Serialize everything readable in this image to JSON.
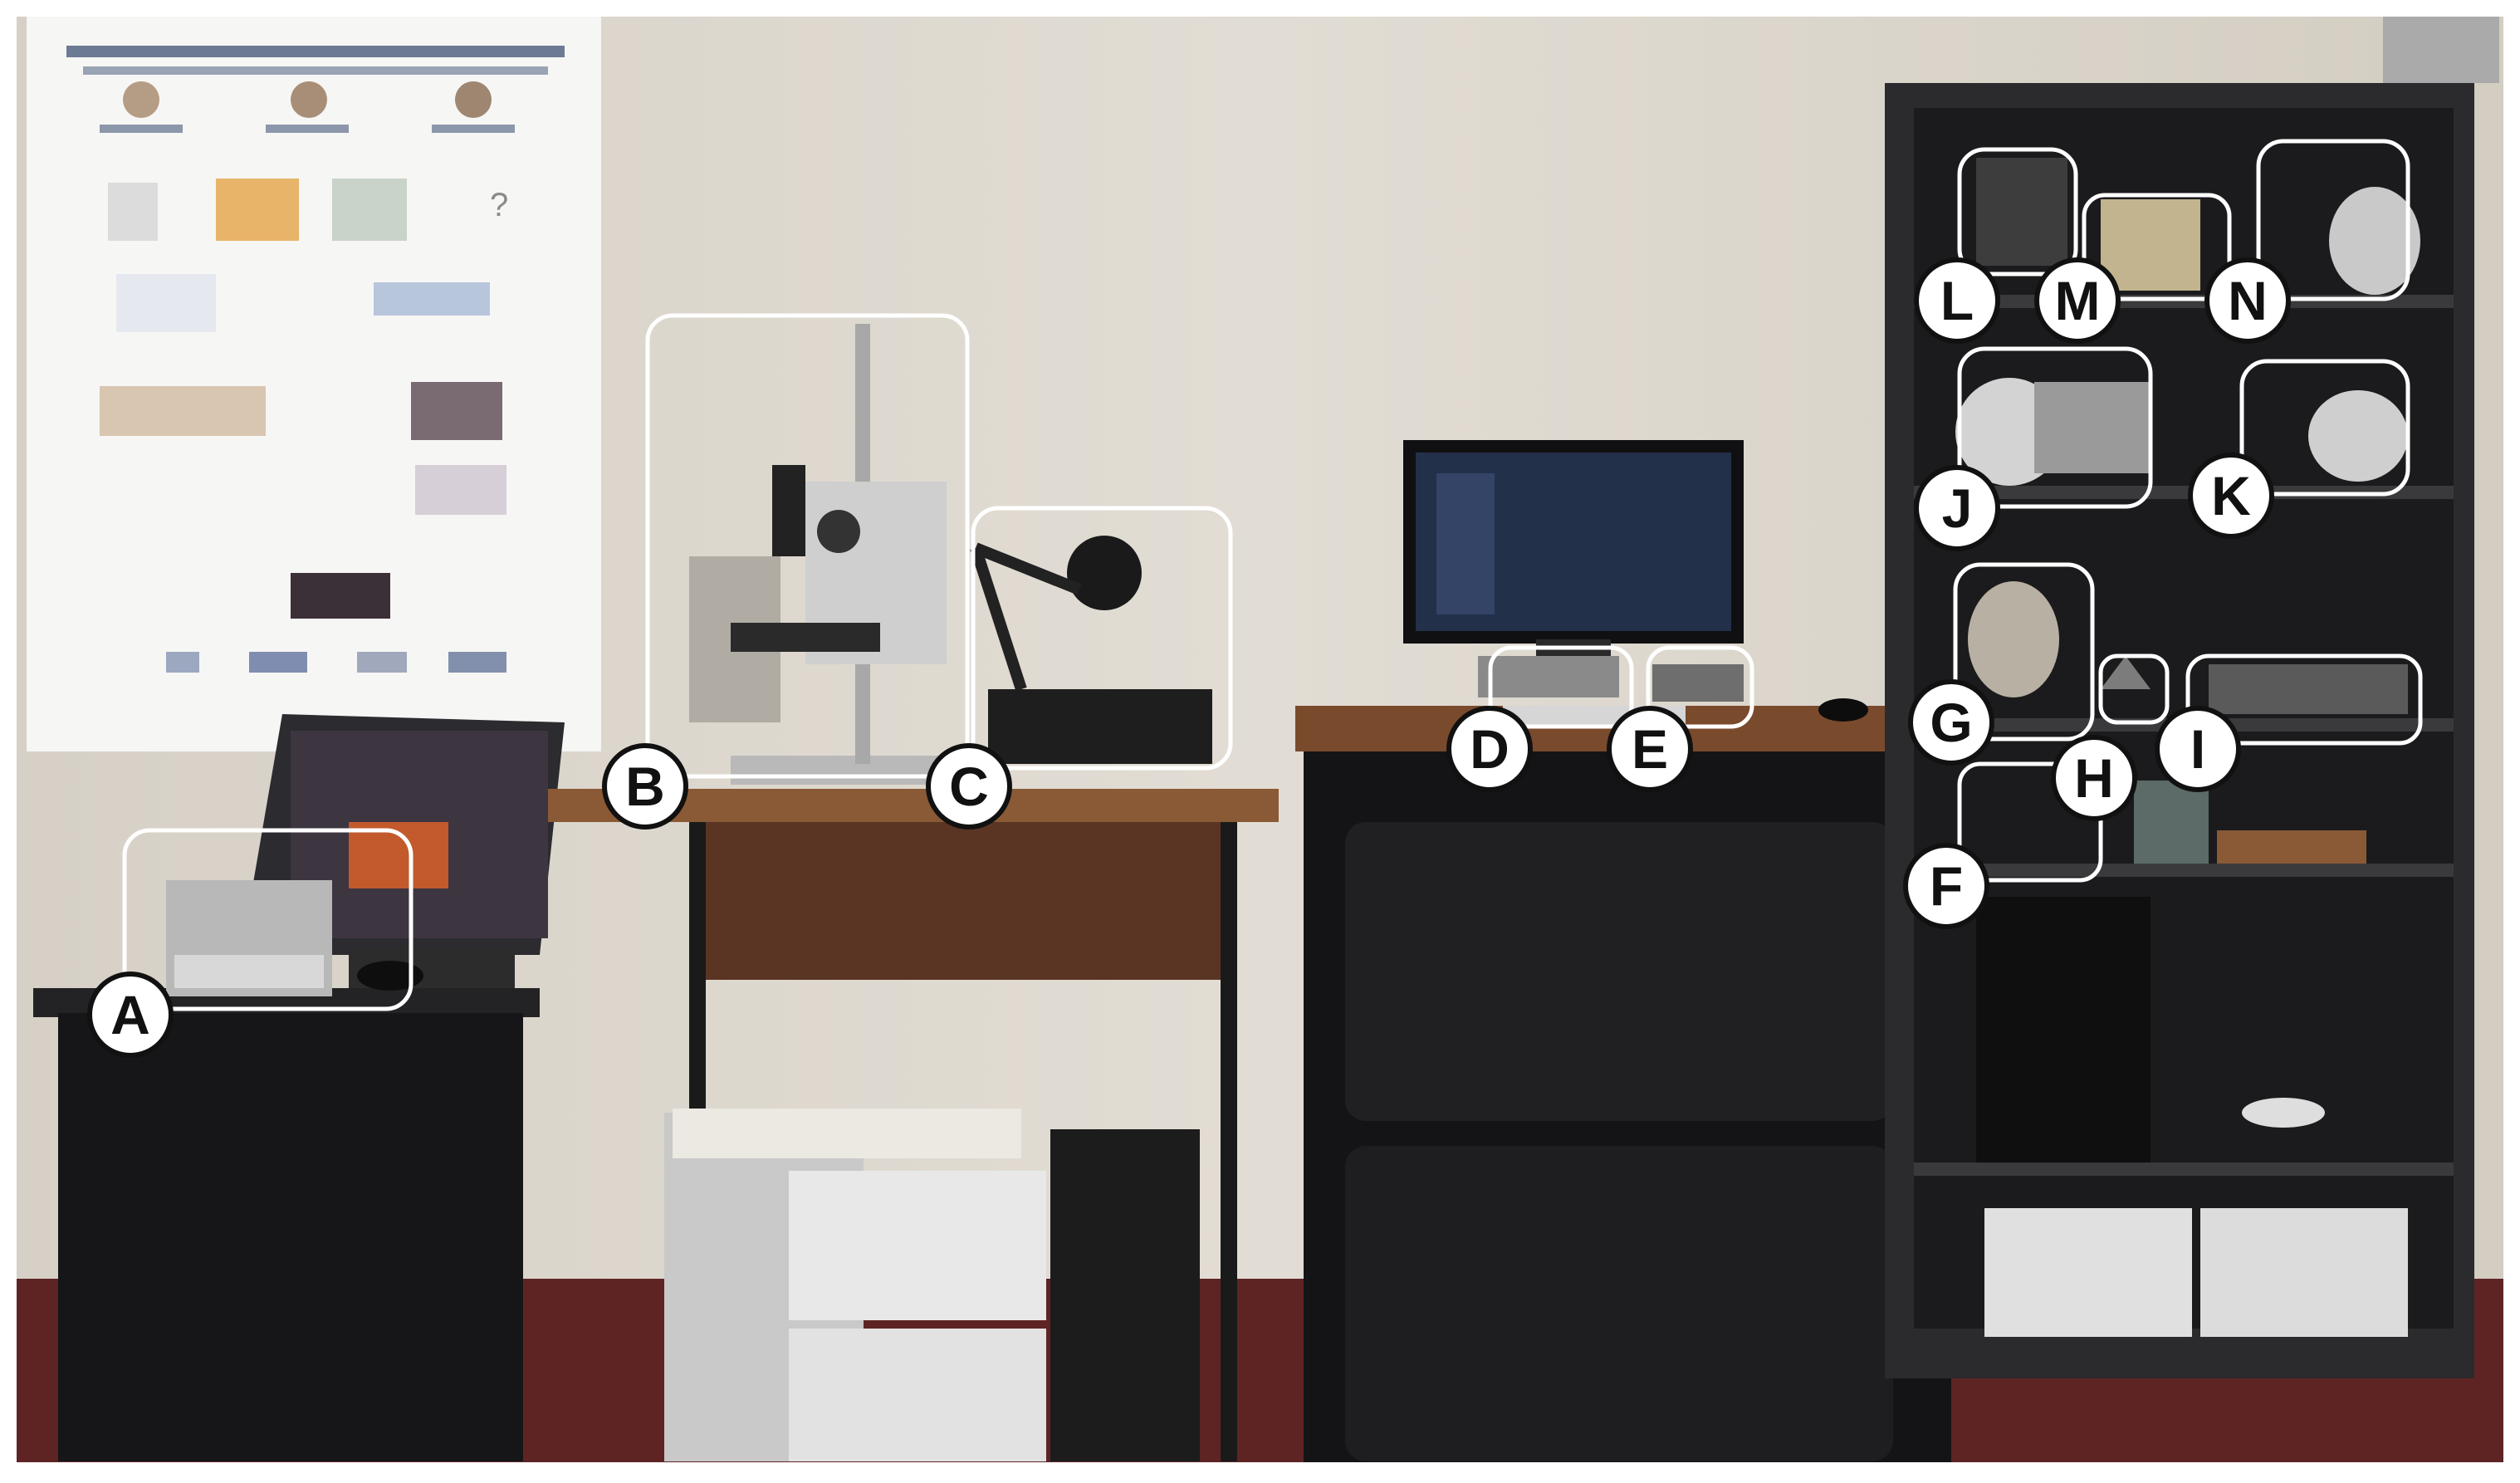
{
  "markers": [
    {
      "id": "A",
      "text": "A"
    },
    {
      "id": "B",
      "text": "B"
    },
    {
      "id": "C",
      "text": "C"
    },
    {
      "id": "D",
      "text": "D"
    },
    {
      "id": "E",
      "text": "E"
    },
    {
      "id": "F",
      "text": "F"
    },
    {
      "id": "G",
      "text": "G"
    },
    {
      "id": "H",
      "text": "H"
    },
    {
      "id": "I",
      "text": "I"
    },
    {
      "id": "J",
      "text": "J"
    },
    {
      "id": "K",
      "text": "K"
    },
    {
      "id": "L",
      "text": "L"
    },
    {
      "id": "M",
      "text": "M"
    },
    {
      "id": "N",
      "text": "N"
    }
  ],
  "colors": {
    "wall": "#dcd6cc",
    "floor": "#6a2a2a",
    "furniture_black": "#1c1c1e",
    "wood": "#7a4a2c",
    "highlight": "#ffffff",
    "label_border": "#111111"
  }
}
